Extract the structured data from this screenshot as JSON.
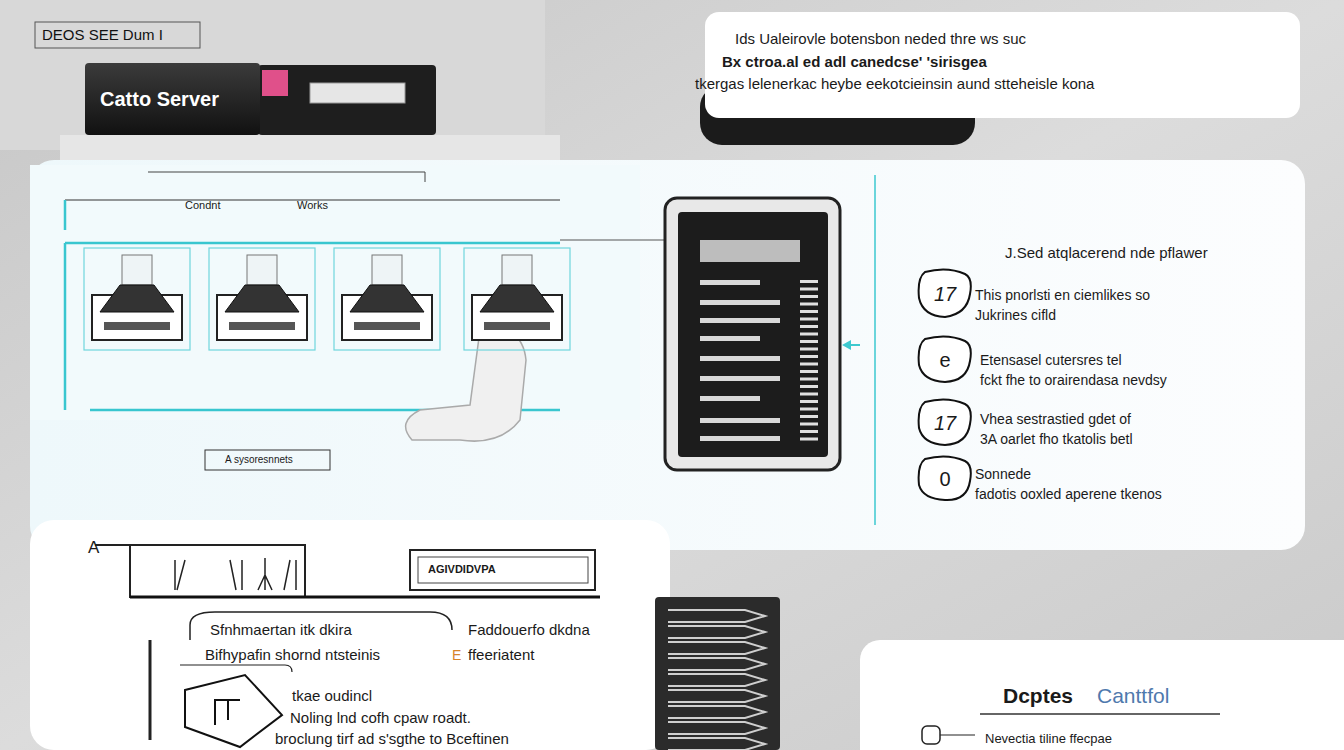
{
  "diagram": {
    "title": "DEOS SEE Dum I",
    "nodes": [
      {
        "text": [
          "Catto Server"
        ]
      },
      {
        "text": [
          "Ids Ualeirovle botensbon neded thre ws suc",
          "Bx ctroa.al ed adl canedcse' 'sirisgea",
          "tkergas lelenerkac heybe eekotcieinsin aund stteheisle kona"
        ]
      },
      {
        "text": [
          "Condnt",
          "Works"
        ]
      },
      {
        "text": [
          "17"
        ]
      },
      {
        "text": [
          "e"
        ]
      },
      {
        "text": [
          "17"
        ]
      },
      {
        "text": [
          "0"
        ]
      },
      {
        "text": [
          "Dcptes",
          "Canttfol",
          "Nevectia tiline ffecpae"
        ]
      }
    ],
    "labels": [
      "J.Sed atqlacerend nde pflawer",
      "This pnorlsti en ciemlikes so",
      "Jukrines cifld",
      "Etensasel cutersres tel",
      "fckt fhe to orairendasa nevdsy",
      "Vhea sestrastied gdet of",
      "3A oarlet fho tkatolis betl",
      "Sonnede",
      "fadotis ooxled aperene tkenos",
      "A sysoresnnets",
      "A",
      "AGIVDIDVPA",
      "Sfnhmaertan itk dkira",
      "Bifhypafin shornd ntsteinis",
      "Faddouerfo dkdna",
      "E",
      "ffeeriatent",
      "tkae oudincl",
      "Noling lnd cofh cpaw roadt.",
      "broclung tirf ad s'sgthe to Bceftinen"
    ]
  }
}
